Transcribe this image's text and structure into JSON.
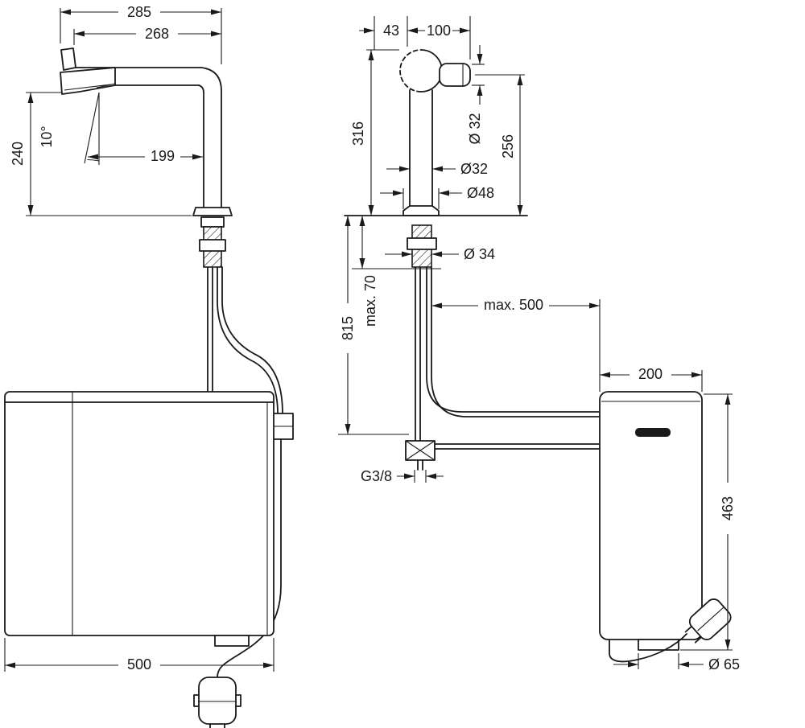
{
  "colors": {
    "background": "#ffffff",
    "line": "#1a1a1a"
  },
  "dims": {
    "side": {
      "d285": "285",
      "d268": "268",
      "d240": "240",
      "d10": "10°",
      "d199": "199",
      "d500": "500"
    },
    "front": {
      "d43": "43",
      "d100": "100",
      "d316": "316",
      "d32_handle": "Ø 32",
      "d256": "256",
      "d32_body": "Ø32",
      "d48": "Ø48",
      "d34": "Ø 34",
      "d70": "max. 70",
      "d815": "815",
      "d500max": "max. 500",
      "g38": "G3/8"
    },
    "unit": {
      "d200": "200",
      "d463": "463",
      "d65": "Ø 65"
    }
  }
}
